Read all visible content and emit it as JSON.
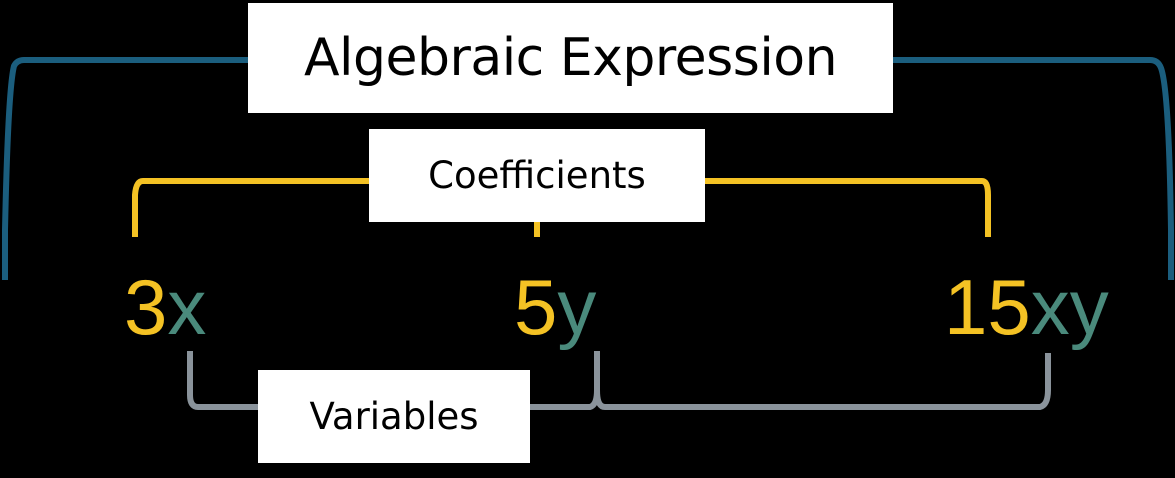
{
  "title": "Algebraic Expression",
  "labels": {
    "coefficients": "Coefficients",
    "variables": "Variables"
  },
  "terms": [
    {
      "coefficient": "3",
      "variable": "x"
    },
    {
      "coefficient": "5",
      "variable": "y"
    },
    {
      "coefficient": "15",
      "variable": "xy"
    }
  ],
  "colors": {
    "background": "#000000",
    "expression_bracket": "#1b5e7e",
    "coefficient": "#f4c224",
    "variable": "#4a8a7c",
    "variable_bracket": "#8a939b",
    "label_box": "#ffffff"
  }
}
